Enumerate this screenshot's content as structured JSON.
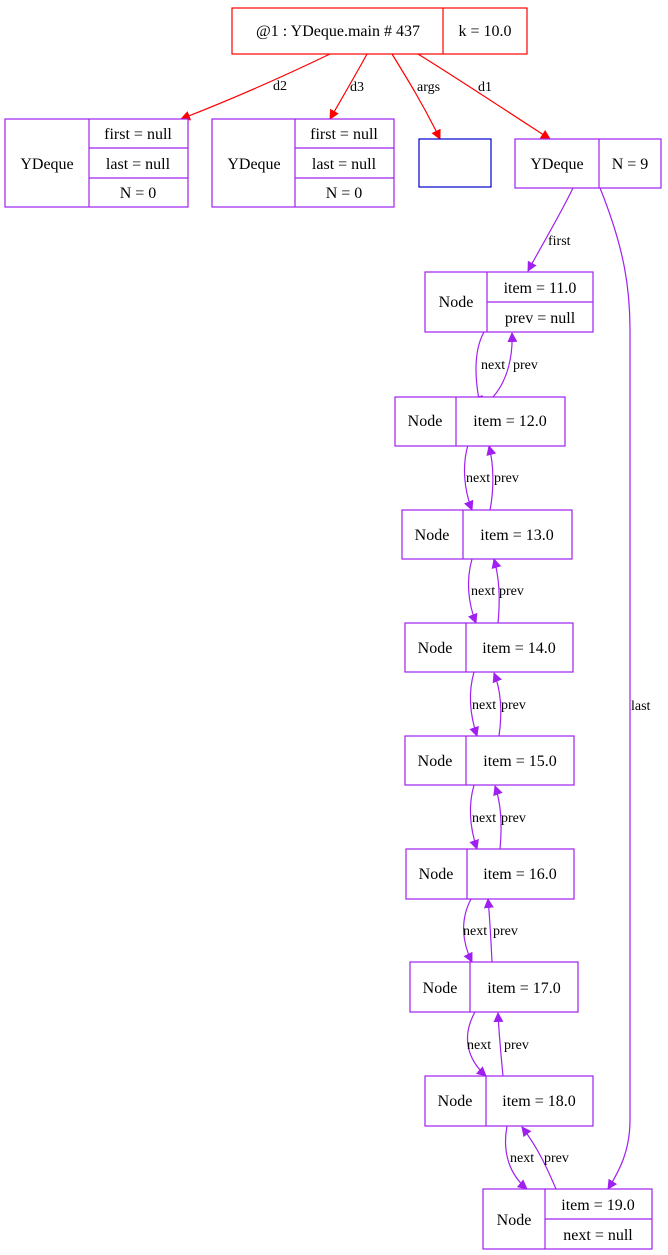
{
  "colors": {
    "frame": "#ff0000",
    "object": "#a020f0",
    "array": "#0000cd",
    "text": "#000000"
  },
  "frame": {
    "title": "@1 : YDeque.main # 437",
    "field": "k = 10.0"
  },
  "deques": {
    "d2": {
      "type": "YDeque",
      "first": "first = null",
      "last": "last = null",
      "n": "N = 0"
    },
    "d3": {
      "type": "YDeque",
      "first": "first = null",
      "last": "last = null",
      "n": "N = 0"
    },
    "d1": {
      "type": "YDeque",
      "n": "N = 9"
    }
  },
  "edge_labels": {
    "d2": "d2",
    "d3": "d3",
    "args": "args",
    "d1": "d1",
    "first": "first",
    "last": "last",
    "next": "next",
    "prev": "prev"
  },
  "nodes": [
    {
      "type": "Node",
      "item": "item = 11.0",
      "extra": "prev = null"
    },
    {
      "type": "Node",
      "item": "item = 12.0"
    },
    {
      "type": "Node",
      "item": "item = 13.0"
    },
    {
      "type": "Node",
      "item": "item = 14.0"
    },
    {
      "type": "Node",
      "item": "item = 15.0"
    },
    {
      "type": "Node",
      "item": "item = 16.0"
    },
    {
      "type": "Node",
      "item": "item = 17.0"
    },
    {
      "type": "Node",
      "item": "item = 18.0"
    },
    {
      "type": "Node",
      "item": "item = 19.0",
      "extra": "next = null"
    }
  ]
}
